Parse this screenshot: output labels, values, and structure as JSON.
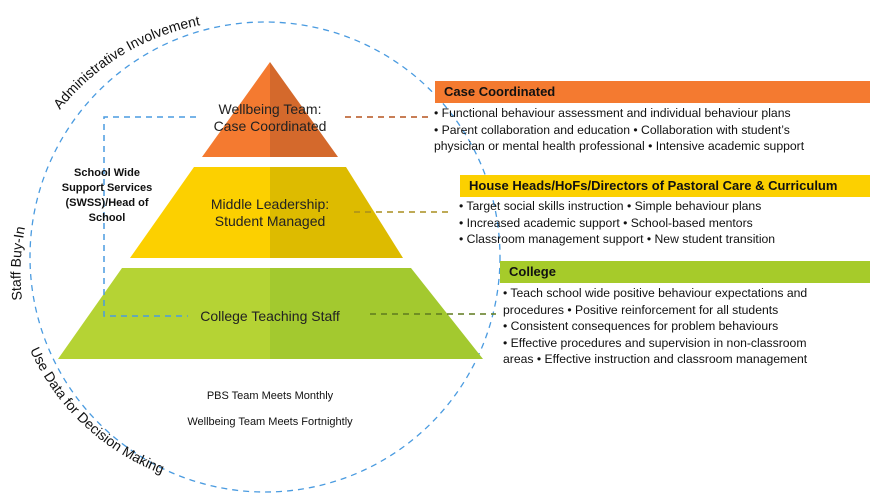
{
  "arc_labels": {
    "top": "Administrative Involvement",
    "left": "Staff Buy-In",
    "bottom": "Use Data for Decision Making"
  },
  "pyramid": [
    {
      "label_line1": "Wellbeing Team:",
      "label_line2": "Case Coordinated",
      "color": "#F47A30",
      "shade": "#D4692C"
    },
    {
      "label_line1": "Middle Leadership:",
      "label_line2": "Student Managed",
      "color": "#FCD000",
      "shade": "#DDBB00"
    },
    {
      "label_line1": "College Teaching Staff",
      "label_line2": "",
      "color": "#B5D334",
      "shade": "#A3C92F"
    }
  ],
  "swss_label": "School Wide Support Services (SWSS)/Head of School",
  "notes": [
    "PBS Team Meets Monthly",
    "Wellbeing Team Meets Fortnightly"
  ],
  "boxes": [
    {
      "title": "Case Coordinated",
      "color": "#F47A30",
      "lines": [
        "• Functional behaviour assessment and individual behaviour plans",
        "• Parent collaboration and education • Collaboration with student’s",
        "physician or mental health professional • Intensive academic support"
      ]
    },
    {
      "title": "House Heads/HoFs/Directors of Pastoral Care & Curriculum",
      "color": "#FCD000",
      "lines": [
        "• Target social skills instruction • Simple behaviour plans",
        "• Increased academic support • School-based mentors",
        "• Classroom management support • New student transition"
      ]
    },
    {
      "title": "College",
      "color": "#A6CB2A",
      "lines": [
        "• Teach school wide positive behaviour expectations and",
        "procedures • Positive reinforcement for all students",
        "• Consistent consequences for problem behaviours",
        "• Effective procedures and supervision in non-classroom",
        "areas • Effective instruction and classroom management"
      ]
    }
  ]
}
